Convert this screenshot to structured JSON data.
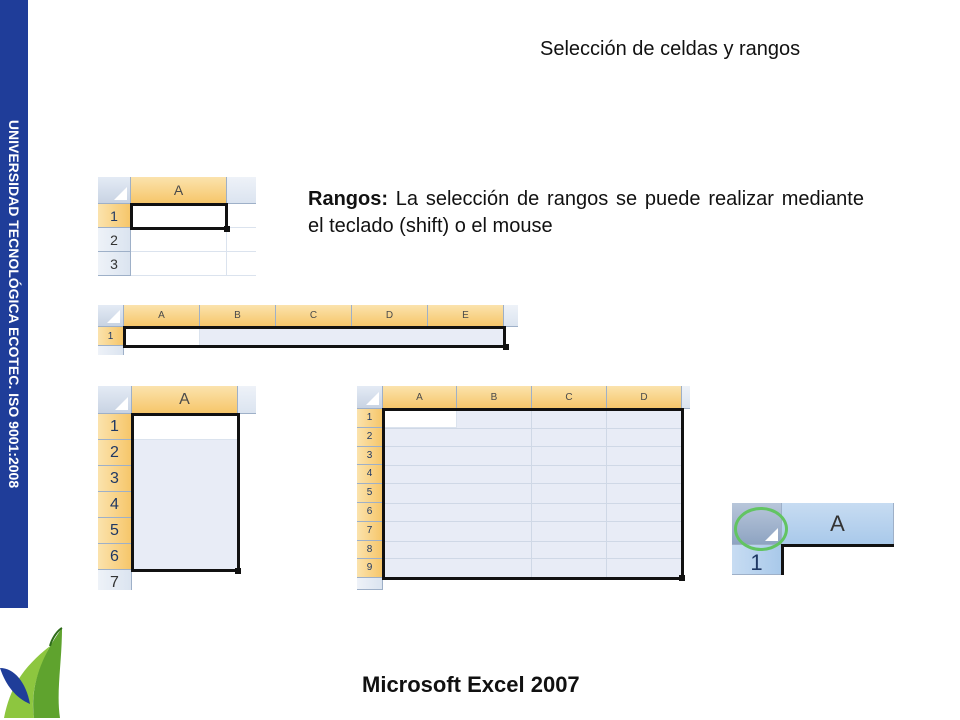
{
  "sidebar": {
    "text": "UNIVERSIDAD TECNOLÓGICA ECOTEC. ISO 9001:2008",
    "color": "#1f3d99"
  },
  "slide": {
    "title": "Selección de celdas y rangos",
    "body_bold": "Rangos:",
    "body_text": " La selección de rangos se puede realizar mediante el teclado (shift) o el mouse",
    "footer": "Microsoft Excel 2007"
  },
  "sheet1": {
    "col": "A",
    "rows": [
      "1",
      "2",
      "3"
    ]
  },
  "sheet2": {
    "cols": [
      "A",
      "B",
      "C",
      "D",
      "E"
    ],
    "rows": [
      "1"
    ]
  },
  "sheet3": {
    "col": "A",
    "rows": [
      "1",
      "2",
      "3",
      "4",
      "5",
      "6",
      "7"
    ]
  },
  "sheet4": {
    "cols": [
      "A",
      "B",
      "C",
      "D"
    ],
    "rows": [
      "1",
      "2",
      "3",
      "4",
      "5",
      "6",
      "7",
      "8",
      "9"
    ]
  },
  "sheet5": {
    "col": "A",
    "row": "1"
  },
  "colors": {
    "header_selected": "#f6c66a",
    "selection_fill": "#e8ecf6",
    "highlight_ring": "#62c462"
  }
}
